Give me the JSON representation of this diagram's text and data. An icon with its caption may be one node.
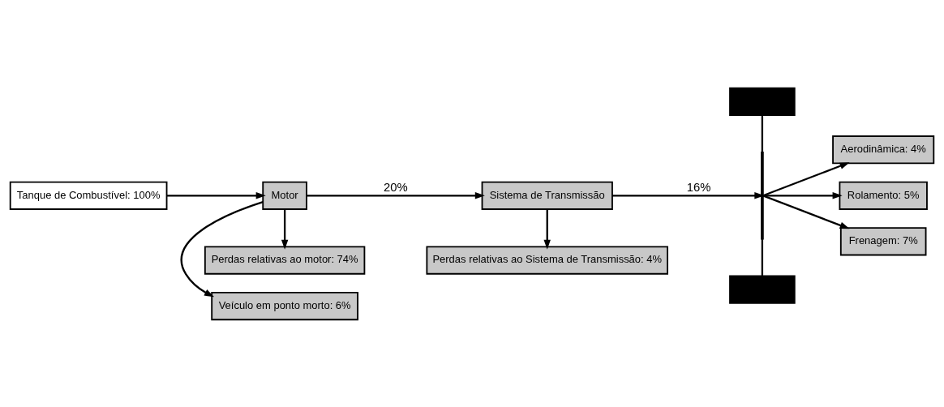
{
  "diagram": {
    "nodes": [
      {
        "text": [
          "Tanque de Combustível: 100%"
        ]
      },
      {
        "text": [
          "Veículo em ponto morto: 6%"
        ]
      },
      {
        "text": [
          "Motor"
        ]
      },
      {
        "text": [
          "Perdas relativas ao motor: 74%"
        ]
      },
      {
        "text": [
          "Sistema de Transmissão"
        ]
      },
      {
        "text": [
          "Perdas relativas ao Sistema de Transmissão: 4%"
        ]
      },
      {
        "text": [],
        "shape": "box"
      },
      {
        "text": [],
        "shape": "bar"
      },
      {
        "text": [],
        "shape": "box"
      },
      {
        "text": [
          "Aerodinâmica: 4%"
        ]
      },
      {
        "text": [
          "Rolamento: 5%"
        ]
      },
      {
        "text": [
          "Frenagem: 7%"
        ]
      }
    ],
    "edges": [
      {
        "from": 0,
        "to": 2,
        "arrow": "to"
      },
      {
        "from": 2,
        "to": 1,
        "arrow": "to"
      },
      {
        "from": 2,
        "to": 3,
        "arrow": "to"
      },
      {
        "from": 2,
        "to": 4,
        "arrow": "to",
        "label": "20%"
      },
      {
        "from": 4,
        "to": 5,
        "arrow": "to"
      },
      {
        "from": 6,
        "to": 7,
        "arrow": "none"
      },
      {
        "from": 7,
        "to": 8,
        "arrow": "none"
      },
      {
        "from": 4,
        "to": 7,
        "arrow": "to",
        "label": "16%"
      },
      {
        "from": 7,
        "to": 9,
        "arrow": "to"
      },
      {
        "from": 7,
        "to": 10,
        "arrow": "to"
      },
      {
        "from": 7,
        "to": 11,
        "arrow": "to"
      }
    ]
  }
}
